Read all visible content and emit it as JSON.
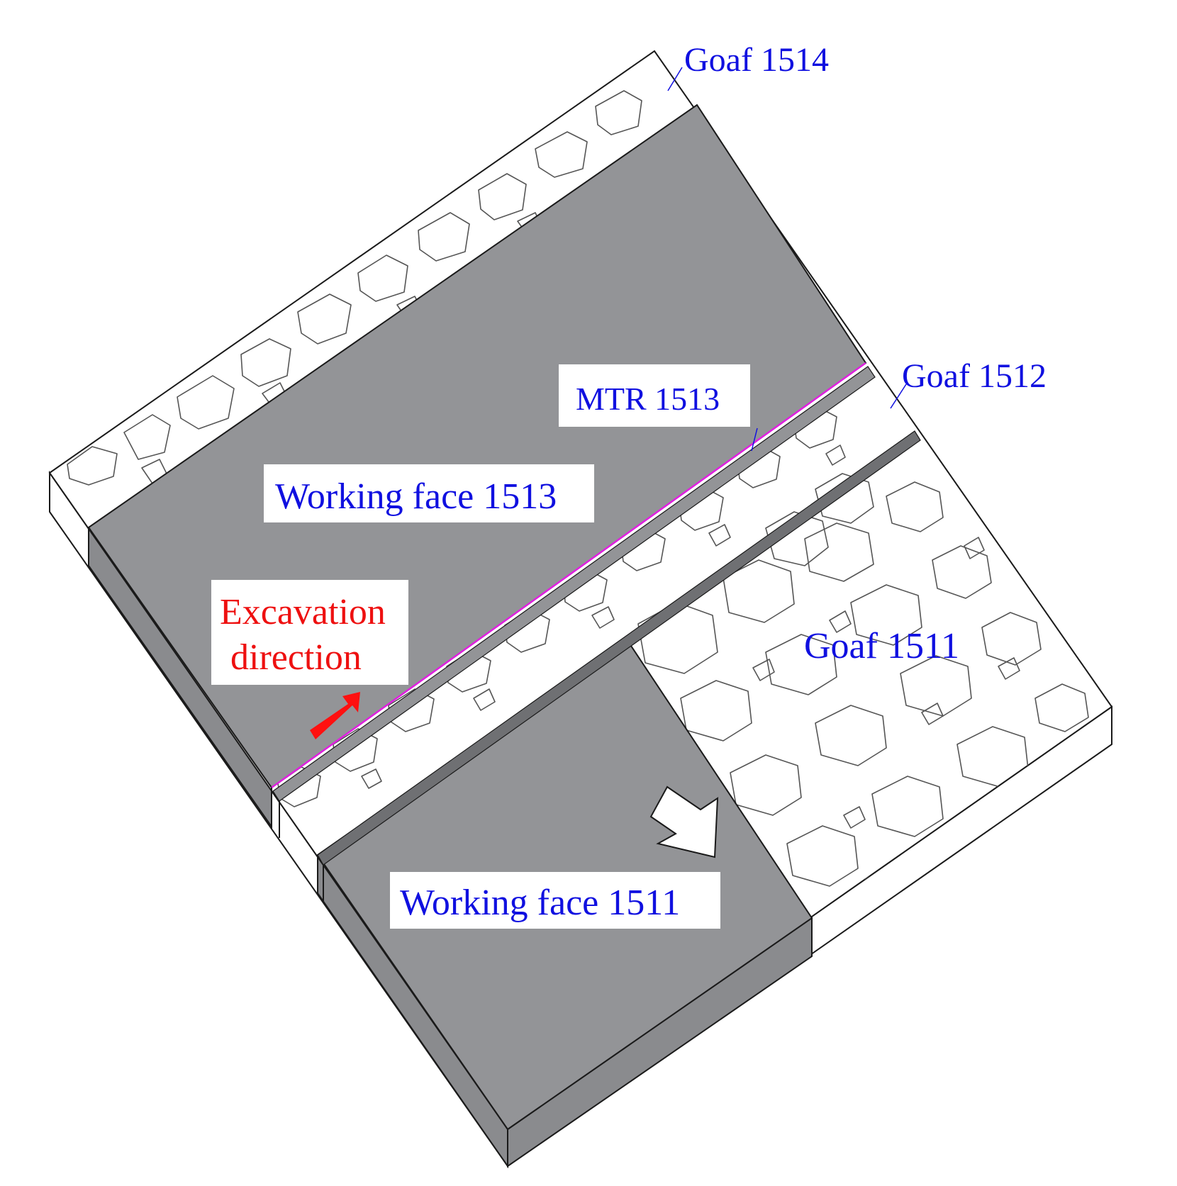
{
  "labels": {
    "goaf_1514": "Goaf 1514",
    "goaf_1512": "Goaf 1512",
    "goaf_1511": "Goaf 1511",
    "mtr_1513": "MTR 1513",
    "working_face_1513": "Working face 1513",
    "working_face_1511": "Working face 1511",
    "excavation_line1": "Excavation",
    "excavation_line2": "direction"
  },
  "colors": {
    "working_face": "#939497",
    "working_face_side": "#8a8b8e",
    "goaf_fill": "#ffffff",
    "outline": "#1a1a1a",
    "rock_outline": "#555555",
    "label_blue": "#1010e0",
    "label_red": "#ee1010",
    "roadway_line": "#e020e0",
    "excavation_arrow": "#ff1010",
    "advance_arrow_fill": "#ffffff"
  },
  "icons": {
    "excavation_arrow": "red-arrow-icon",
    "advance_arrow": "white-arrow-icon"
  }
}
